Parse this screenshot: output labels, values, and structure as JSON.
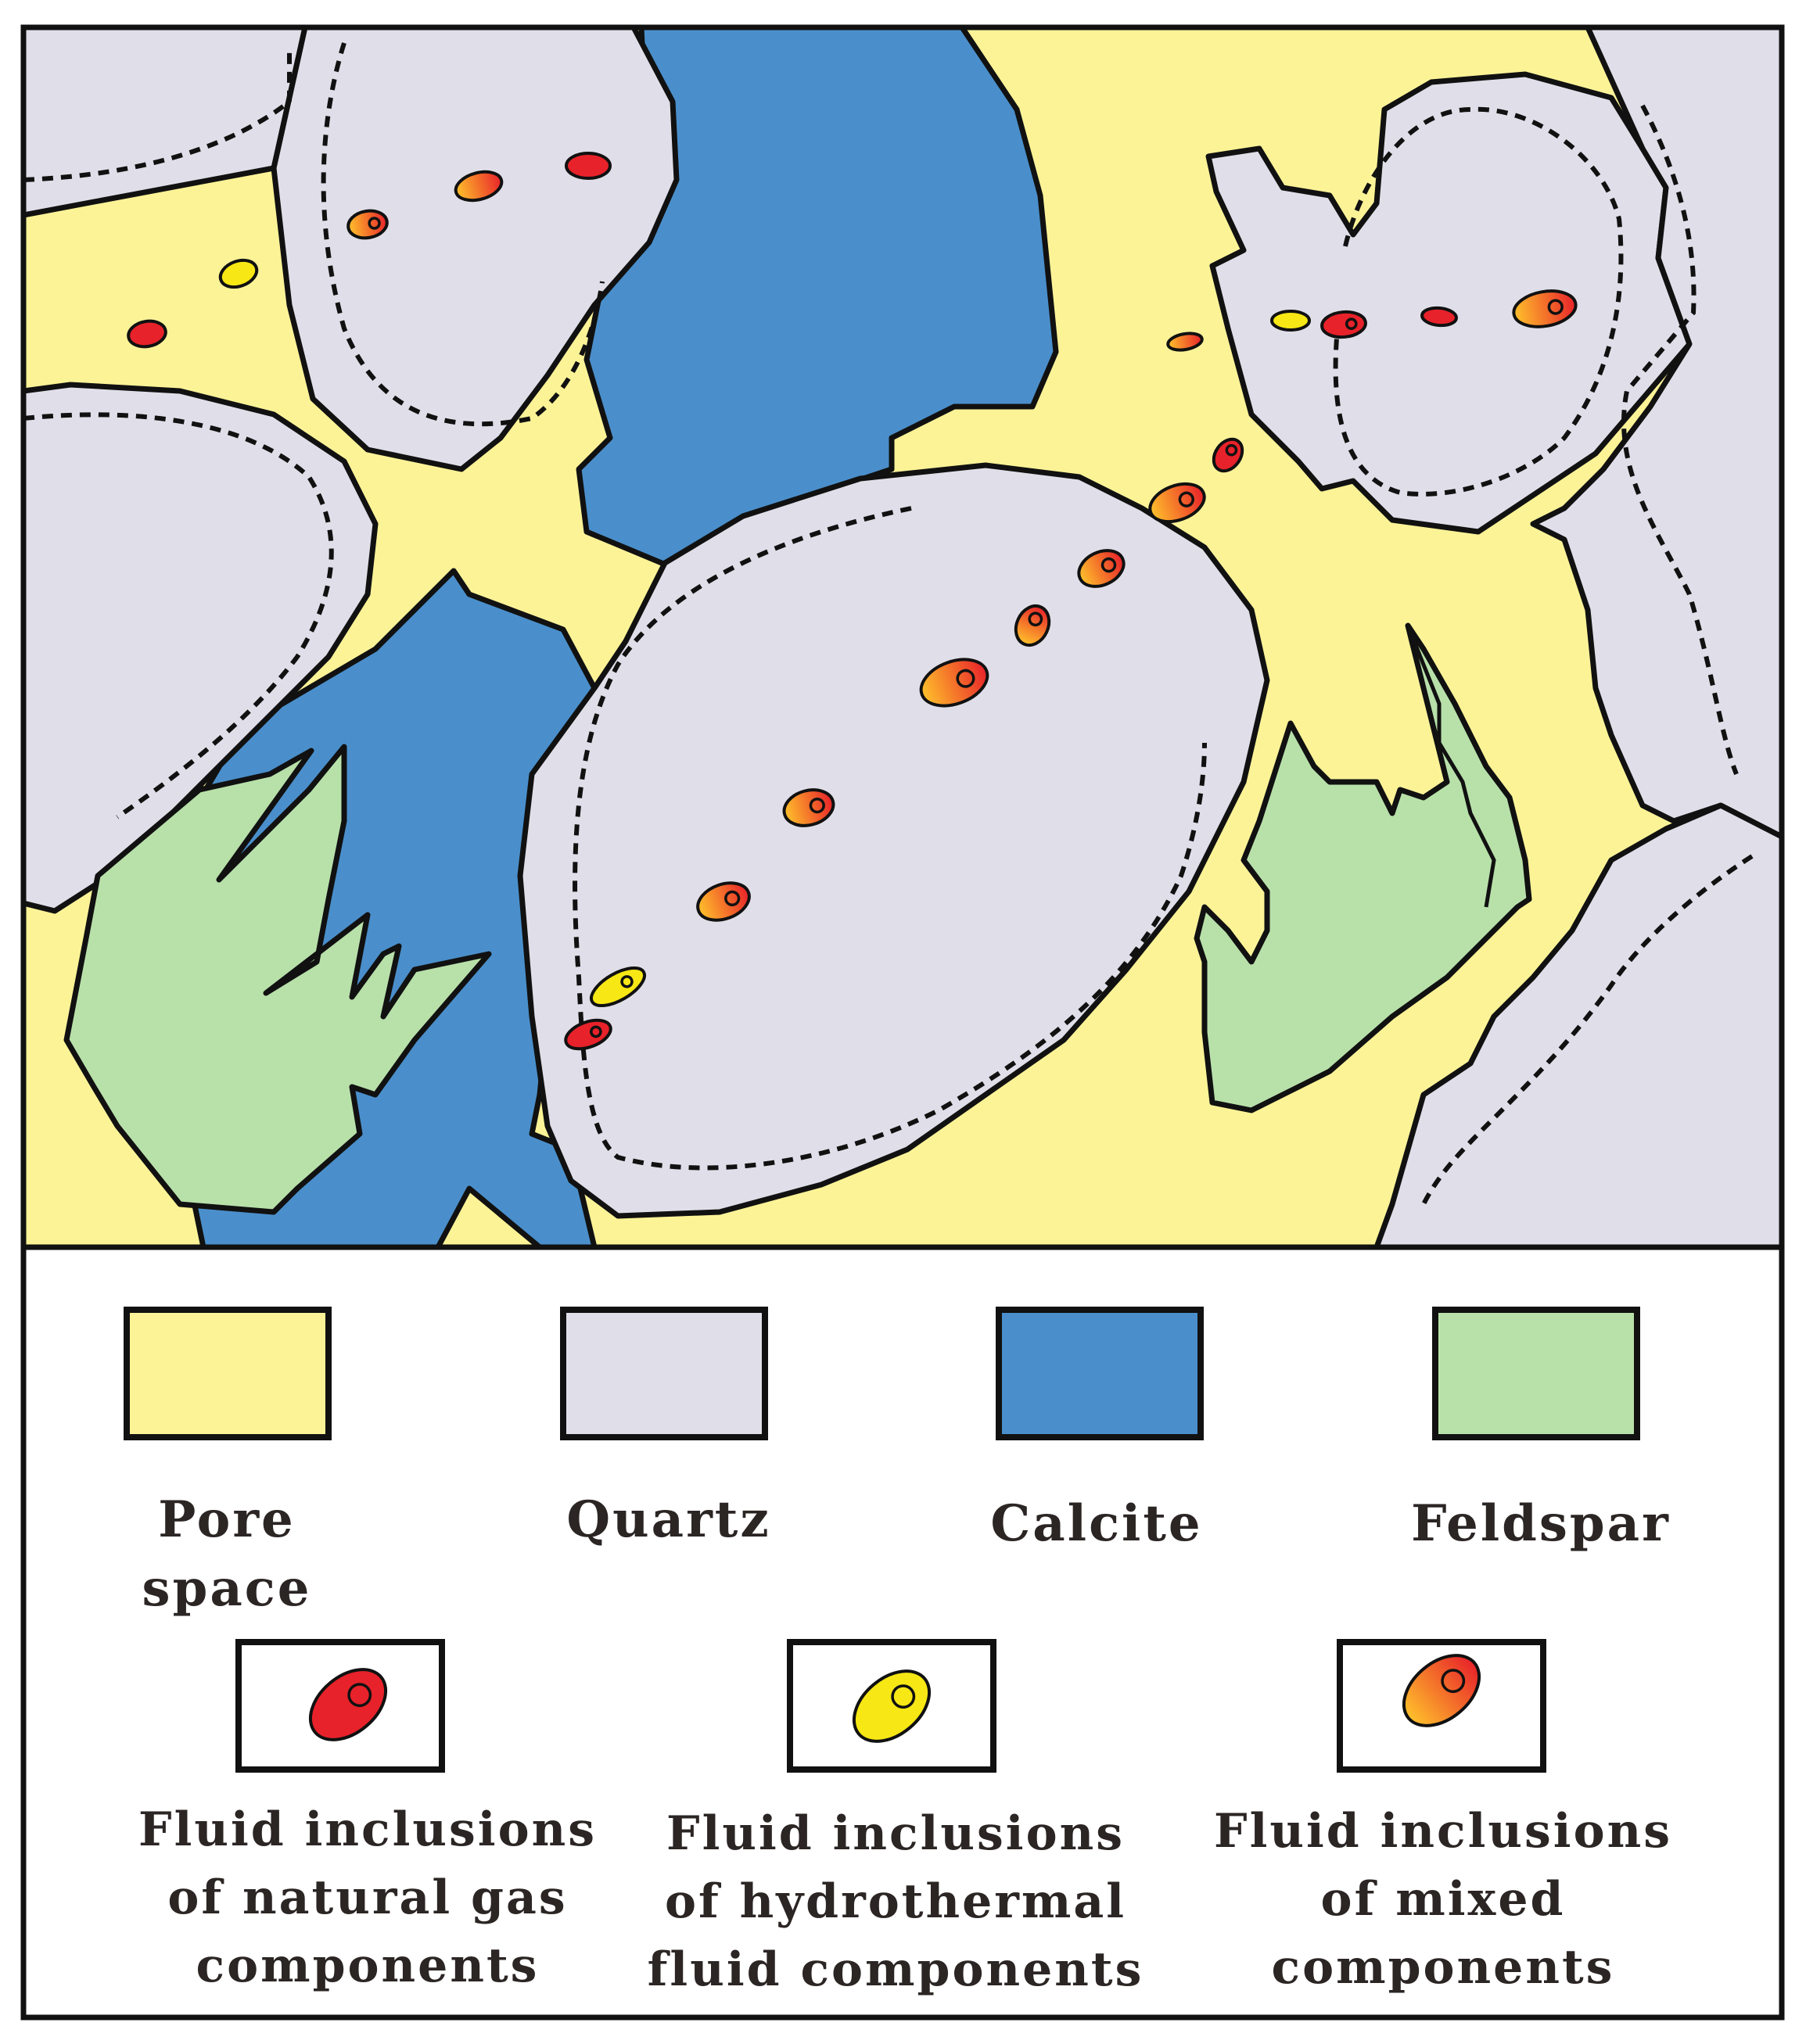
{
  "colors": {
    "pore": "#fcf397",
    "quartz": "#e0dfe9",
    "calcite": "#4a8fcb",
    "feldspar": "#b8e1aa",
    "natural_gas": "#e8222a",
    "hydrothermal": "#f7e715",
    "mixed_from": "#ffc12b",
    "mixed_to": "#e8232a",
    "outline": "#111111"
  },
  "legend": {
    "pore": [
      "Pore",
      "space"
    ],
    "quartz": [
      "Quartz"
    ],
    "calcite": [
      "Calcite"
    ],
    "feldspar": [
      "Feldspar"
    ],
    "natural_gas": [
      "Fluid inclusions",
      "of natural gas",
      "components"
    ],
    "hydrothermal": [
      "Fluid inclusions",
      "of  hydrothermal",
      "fluid components"
    ],
    "mixed": [
      "Fluid inclusions",
      "of mixed",
      "components"
    ]
  }
}
